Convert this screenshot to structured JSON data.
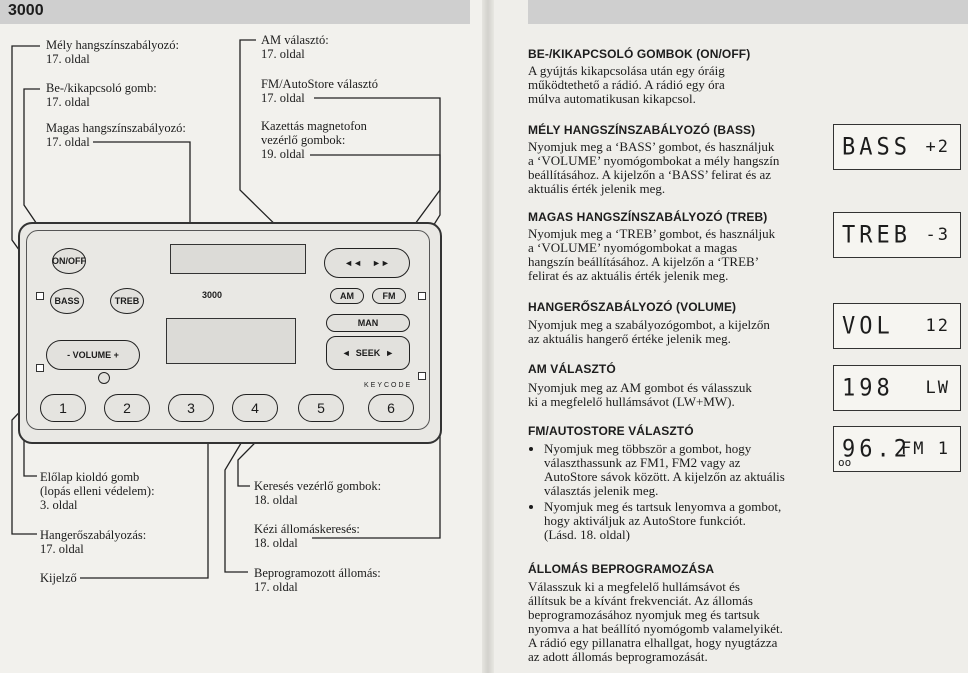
{
  "left_page": {
    "page_number": "3000",
    "radio_model": "3000",
    "callouts": {
      "bass": [
        "Mély hangszínszabályozó:",
        "17. oldal"
      ],
      "onoff": [
        "Be-/kikapcsoló gomb:",
        "17. oldal"
      ],
      "treble": [
        "Magas hangszínszabályozó:",
        "17. oldal"
      ],
      "am": [
        "AM választó:",
        "17. oldal"
      ],
      "fm": [
        "FM/AutoStore választó",
        "17. oldal"
      ],
      "tape": [
        "Kazettás magnetofon",
        "vezérlő gombok:",
        "19. oldal"
      ],
      "release": [
        "Előlap kioldó gomb",
        "(lopás elleni védelem):",
        "3. oldal"
      ],
      "volume": [
        "Hangerőszabályozás:",
        "17. oldal"
      ],
      "display": [
        "Kijelző"
      ],
      "seek": [
        "Keresés vezérlő gombok:",
        "18. oldal"
      ],
      "manual": [
        "Kézi állomáskeresés:",
        "18. oldal"
      ],
      "preset": [
        "Beprogramozott állomás:",
        "17. oldal"
      ]
    },
    "buttons": {
      "onoff": "ON/OFF",
      "bass": "BASS",
      "treb": "TREB",
      "am": "AM",
      "fm": "FM",
      "man": "MAN",
      "seek": "SEEK",
      "volume_minus": "-",
      "volume_label": "VOLUME",
      "volume_plus": "+",
      "keycode": "KEYCODE",
      "rewind": "◄◄",
      "ffwd": "►►",
      "seek_left": "◄",
      "seek_right": "►"
    },
    "presets": [
      "1",
      "2",
      "3",
      "4",
      "5",
      "6"
    ]
  },
  "right_page": {
    "sections": [
      {
        "title": "BE-/KIKAPCSOLÓ GOMBOK (ON/OFF)",
        "lines": [
          "A gyújtás kikapcsolása után egy óráig",
          "működtethető a rádió. A rádió egy óra",
          "múlva automatikusan kikapcsol."
        ]
      },
      {
        "title": "MÉLY HANGSZÍNSZABÁLYOZÓ (BASS)",
        "lines": [
          "Nyomjuk meg a ‘BASS’ gombot, és használjuk",
          "a ‘VOLUME’ nyomógombokat a mély hangszín",
          "beállításához. A kijelzőn a ‘BASS’ felirat és az",
          "aktuális érték jelenik meg."
        ]
      },
      {
        "title": "MAGAS HANGSZÍNSZABÁLYOZÓ (TREB)",
        "lines": [
          "Nyomjuk meg a ‘TREB’ gombot, és használjuk",
          "a ‘VOLUME’ nyomógombokat a magas",
          "hangszín beállításához. A kijelzőn a ‘TREB’",
          "felirat és az aktuális érték jelenik meg."
        ]
      },
      {
        "title": "HANGERŐSZABÁLYOZÓ (VOLUME)",
        "lines": [
          "Nyomjuk meg a szabályozógombot, a kijelzőn",
          "az aktuális hangerő értéke jelenik meg."
        ]
      },
      {
        "title": "AM VÁLASZTÓ",
        "lines": [
          "Nyomjuk meg az AM gombot és válasszuk",
          "ki a megfelelő hullámsávot (LW+MW)."
        ]
      },
      {
        "title": "FM/AUTOSTORE VÁLASZTÓ",
        "bullets": [
          [
            "Nyomjuk meg többször a gombot, hogy",
            "választhassunk az FM1, FM2 vagy az",
            "AutoStore sávok között. A kijelzőn az aktuális",
            "választás jelenik meg."
          ],
          [
            "Nyomjuk meg és tartsuk lenyomva a gombot,",
            "hogy aktiváljuk az AutoStore funkciót.",
            "(Lásd. 18. oldal)"
          ]
        ]
      },
      {
        "title": "ÁLLOMÁS BEPROGRAMOZÁSA",
        "lines": [
          "Válasszuk ki a megfelelő hullámsávot és",
          "állítsuk be a kívánt frekvenciát. Az állomás",
          "beprogramozásához nyomjuk meg és tartsuk",
          "nyomva a hat beállító nyomógomb valamelyikét.",
          "A rádió egy pillanatra elhallgat, hogy nyugtázza",
          "az adott állomás beprogramozását."
        ]
      }
    ],
    "displays": [
      {
        "main": "BASS",
        "value": "+2"
      },
      {
        "main": "TREB",
        "value": "-3"
      },
      {
        "main": "VOL",
        "value": "12"
      },
      {
        "main": "198",
        "value": "LW"
      },
      {
        "main": "96.2",
        "value": "FM 1",
        "stereo": "oo"
      }
    ]
  }
}
